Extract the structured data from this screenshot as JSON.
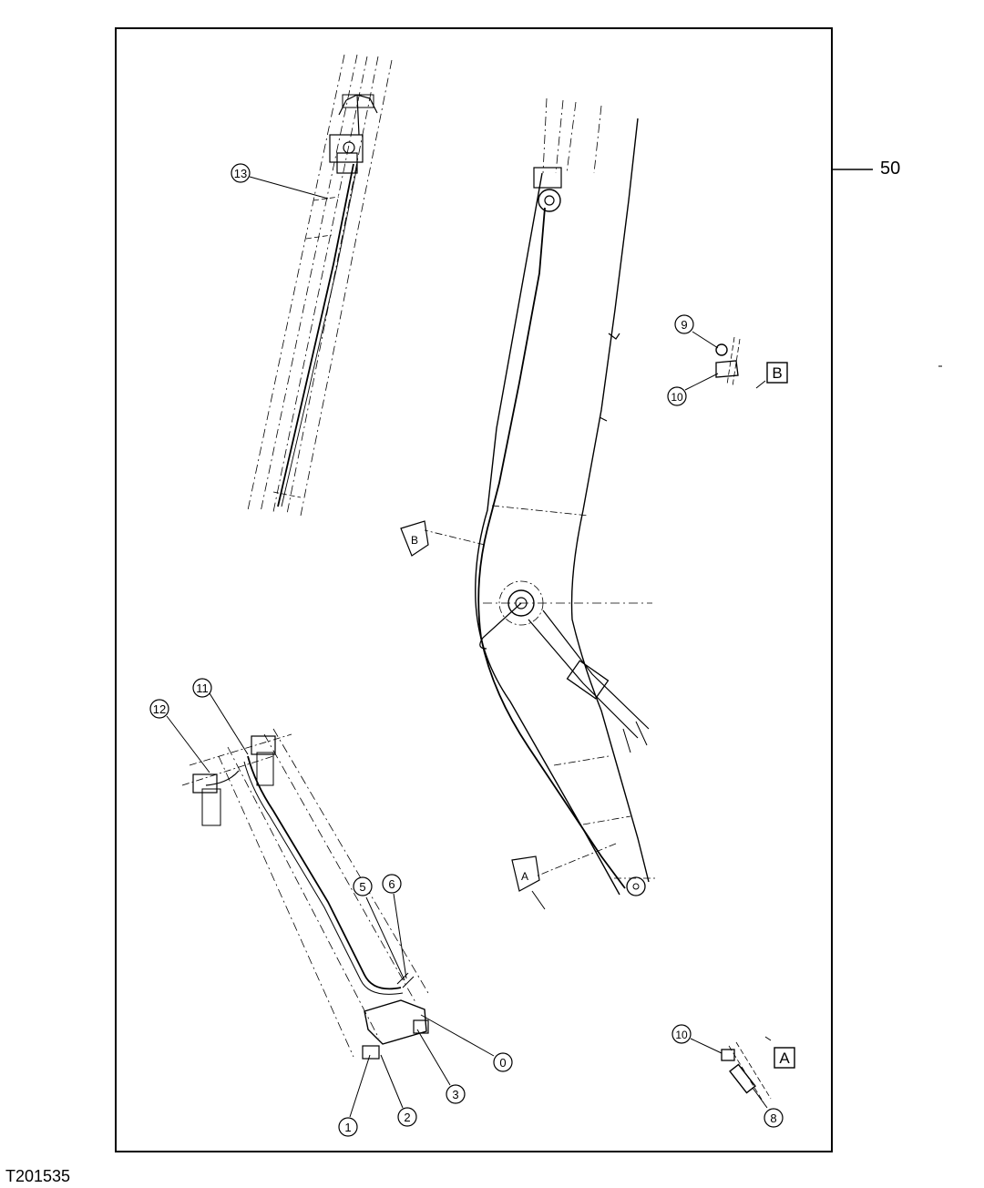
{
  "diagram": {
    "figure_id": "T201535",
    "frame_callout": "50",
    "view_markers": {
      "a": "A",
      "b": "B"
    },
    "callouts": {
      "c0": "0",
      "c1": "1",
      "c2": "2",
      "c3": "3",
      "c5": "5",
      "c6": "6",
      "c8": "8",
      "c9": "9",
      "c10a": "10",
      "c10b": "10",
      "c11": "11",
      "c12": "12",
      "c13": "13"
    },
    "colors": {
      "line": "#000000",
      "background": "#ffffff"
    }
  }
}
